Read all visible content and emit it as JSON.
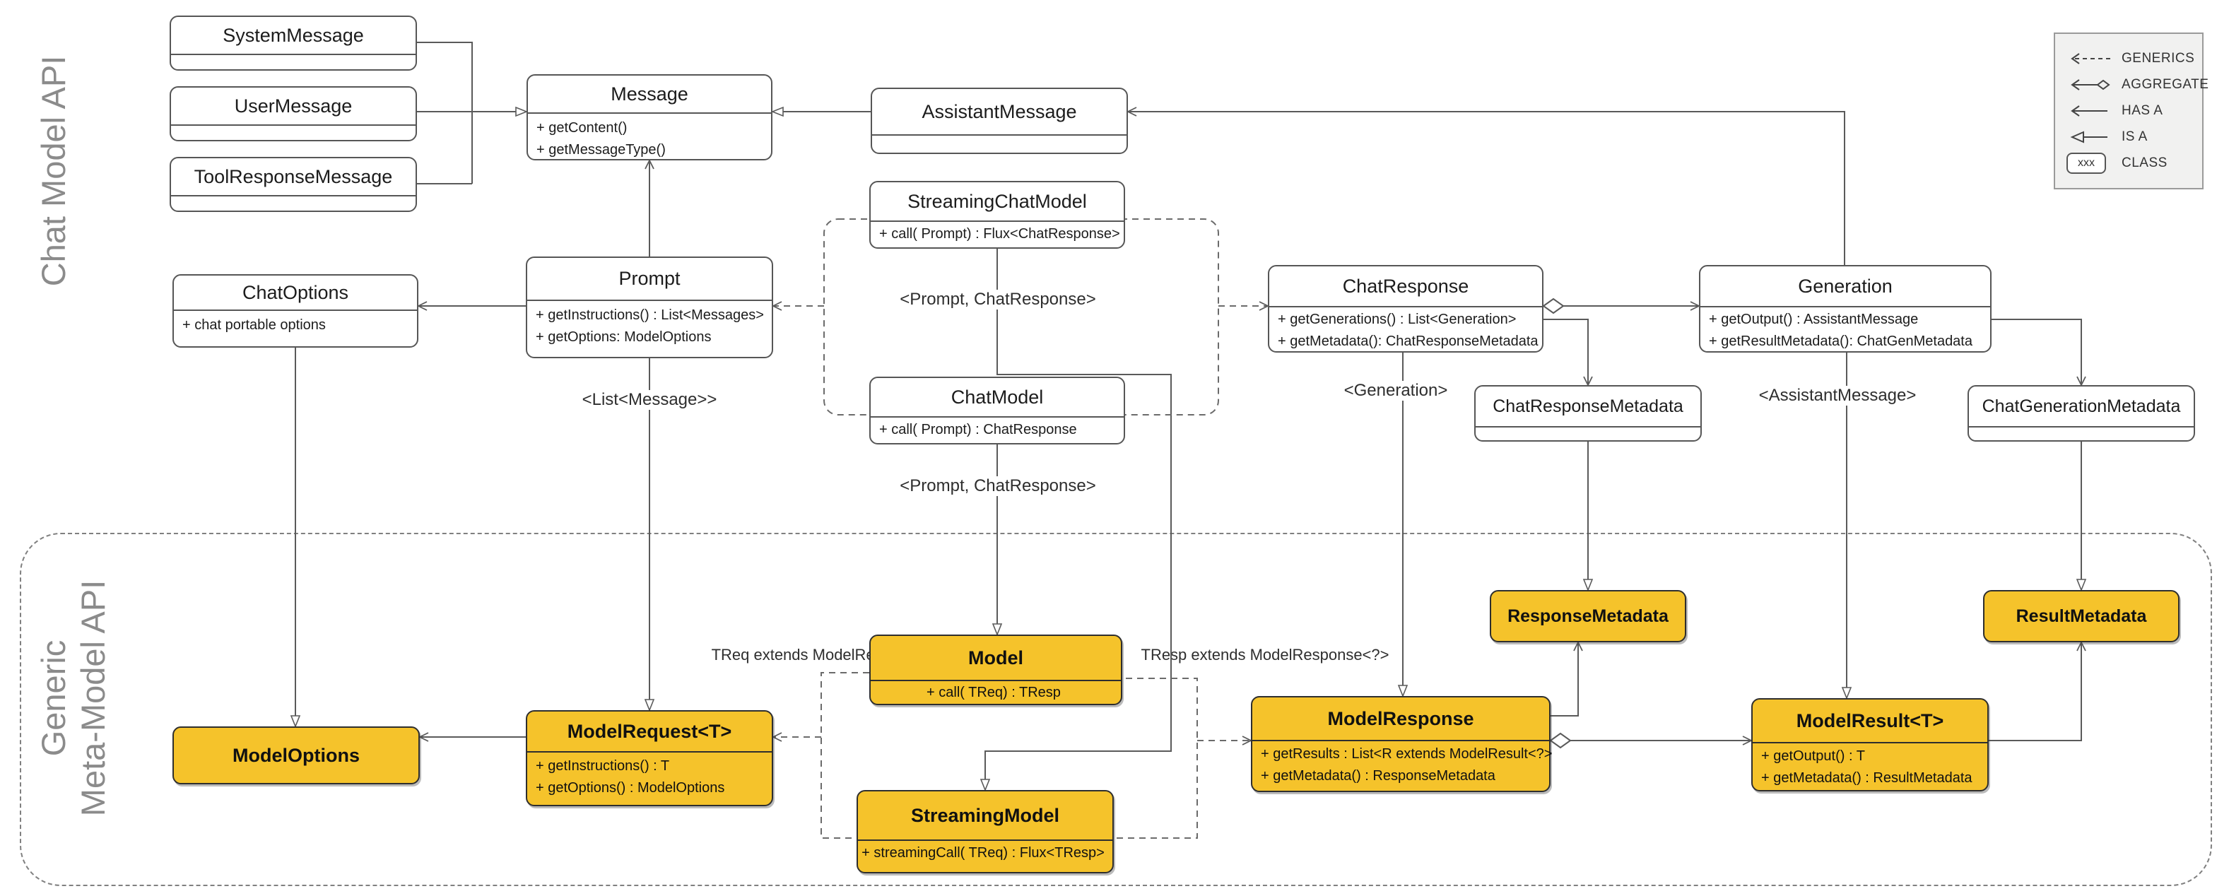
{
  "sections": {
    "top_label": "Chat Model API",
    "bottom_label_line1": "Generic",
    "bottom_label_line2": "Meta-Model API"
  },
  "legend": {
    "generics": "GENERICS",
    "aggregate": "AGGREGATE",
    "has_a": "HAS A",
    "is_a": "IS A",
    "class_label": "CLASS",
    "class_sample": "xxx"
  },
  "classes": {
    "system_message": {
      "title": "SystemMessage"
    },
    "user_message": {
      "title": "UserMessage"
    },
    "tool_response_message": {
      "title": "ToolResponseMessage"
    },
    "message": {
      "title": "Message",
      "m1": "+ getContent()",
      "m2": "+ getMessageType()"
    },
    "assistant_message": {
      "title": "AssistantMessage"
    },
    "streaming_chat_model": {
      "title": "StreamingChatModel",
      "m1": "+ call( Prompt) : Flux<ChatResponse>"
    },
    "chat_model": {
      "title": "ChatModel",
      "m1": "+ call( Prompt) : ChatResponse"
    },
    "chat_options": {
      "title": "ChatOptions",
      "m1": "+ chat portable options"
    },
    "prompt": {
      "title": "Prompt",
      "m1": "+ getInstructions() : List<Messages>",
      "m2": "+ getOptions: ModelOptions"
    },
    "chat_response": {
      "title": "ChatResponse",
      "m1": "+ getGenerations() : List<Generation>",
      "m2": "+ getMetadata(): ChatResponseMetadata"
    },
    "generation": {
      "title": "Generation",
      "m1": "+ getOutput() : AssistantMessage",
      "m2": "+ getResultMetadata(): ChatGenMetadata"
    },
    "chat_response_metadata": {
      "title": "ChatResponseMetadata"
    },
    "chat_generation_metadata": {
      "title": "ChatGenerationMetadata"
    },
    "model": {
      "title": "Model",
      "m1": "+ call( TReq) : TResp"
    },
    "model_options": {
      "title": "ModelOptions"
    },
    "model_request": {
      "title": "ModelRequest<T>",
      "m1": "+ getInstructions() : T",
      "m2": "+ getOptions() : ModelOptions"
    },
    "streaming_model": {
      "title": "StreamingModel",
      "m1": "+ streamingCall( TReq) : Flux<TResp>"
    },
    "model_response": {
      "title": "ModelResponse",
      "m1": "+ getResults : List<R extends ModelResult<?>",
      "m2": "+ getMetadata() : ResponseMetadata"
    },
    "model_result": {
      "title": "ModelResult<T>",
      "m1": "+ getOutput() : T",
      "m2": "+ getMetadata() : ResultMetadata"
    },
    "response_metadata": {
      "title": "ResponseMetadata"
    },
    "result_metadata": {
      "title": "ResultMetadata"
    }
  },
  "annotations": {
    "generics_streaming_chat": "<Prompt, ChatResponse>",
    "generics_chat": "<Prompt, ChatResponse>",
    "list_message": "<List<Message>>",
    "generation": "<Generation>",
    "assistant_message": "<AssistantMessage>",
    "treq": "TReq extends ModelRequest<?>",
    "tresp": "TResp extends ModelResponse<?>"
  },
  "colors": {
    "class_fill_generic": "#F5C32B",
    "class_fill_chat": "#FFFFFF",
    "section_label": "#8B8B8B",
    "connector": "#5A5A5A",
    "legend_fill": "#F1F1F0"
  }
}
